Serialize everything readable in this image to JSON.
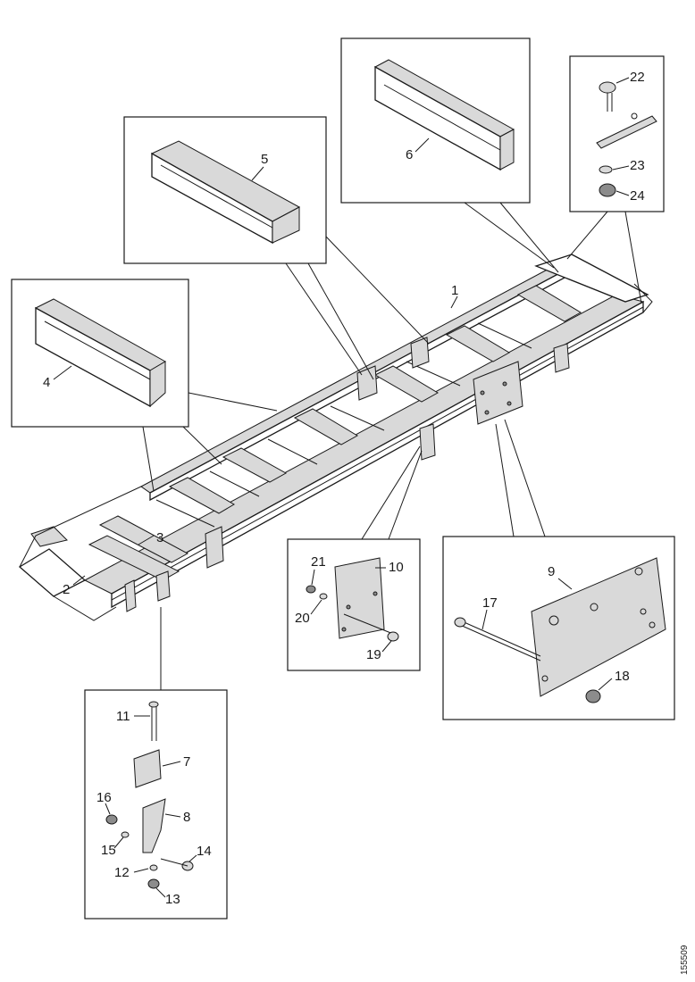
{
  "diagram": {
    "callouts": {
      "c1": "1",
      "c2": "2",
      "c3": "3",
      "c4": "4",
      "c5": "5",
      "c6": "6",
      "c7": "7",
      "c8": "8",
      "c9": "9",
      "c10": "10",
      "c11": "11",
      "c12": "12",
      "c13": "13",
      "c14": "14",
      "c15": "15",
      "c16": "16",
      "c17": "17",
      "c18": "18",
      "c19": "19",
      "c20": "20",
      "c21": "21",
      "c22": "22",
      "c23": "23",
      "c24": "24"
    },
    "reference": "155509"
  }
}
